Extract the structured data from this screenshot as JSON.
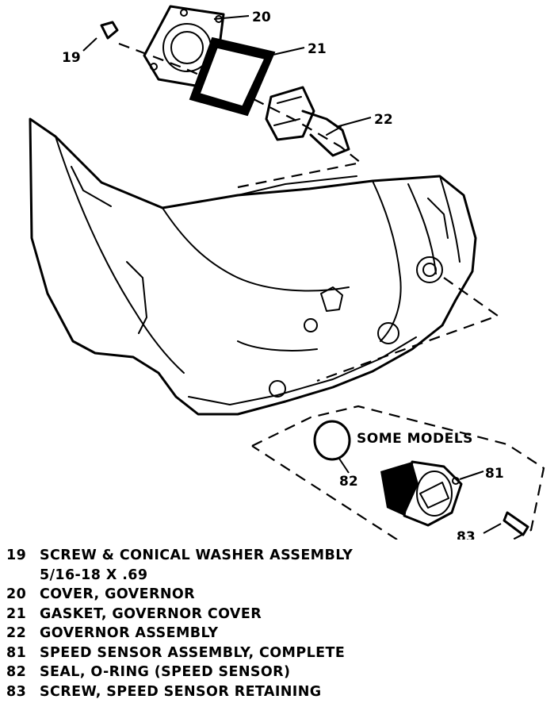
{
  "callouts": {
    "c19": "19",
    "c20": "20",
    "c21": "21",
    "c22": "22",
    "c81": "81",
    "c82": "82",
    "c83": "83"
  },
  "some_models_label": "SOME MODELS",
  "legend": [
    {
      "number": "19",
      "lines": [
        "SCREW & CONICAL WASHER ASSEMBLY",
        "5/16-18 X .69"
      ]
    },
    {
      "number": "20",
      "lines": [
        "COVER, GOVERNOR"
      ]
    },
    {
      "number": "21",
      "lines": [
        "GASKET, GOVERNOR COVER"
      ]
    },
    {
      "number": "22",
      "lines": [
        "GOVERNOR ASSEMBLY"
      ]
    },
    {
      "number": "81",
      "lines": [
        "SPEED SENSOR ASSEMBLY, COMPLETE"
      ]
    },
    {
      "number": "82",
      "lines": [
        "SEAL, O-RING (SPEED SENSOR)"
      ]
    },
    {
      "number": "83",
      "lines": [
        "SCREW, SPEED SENSOR RETAINING"
      ]
    }
  ]
}
